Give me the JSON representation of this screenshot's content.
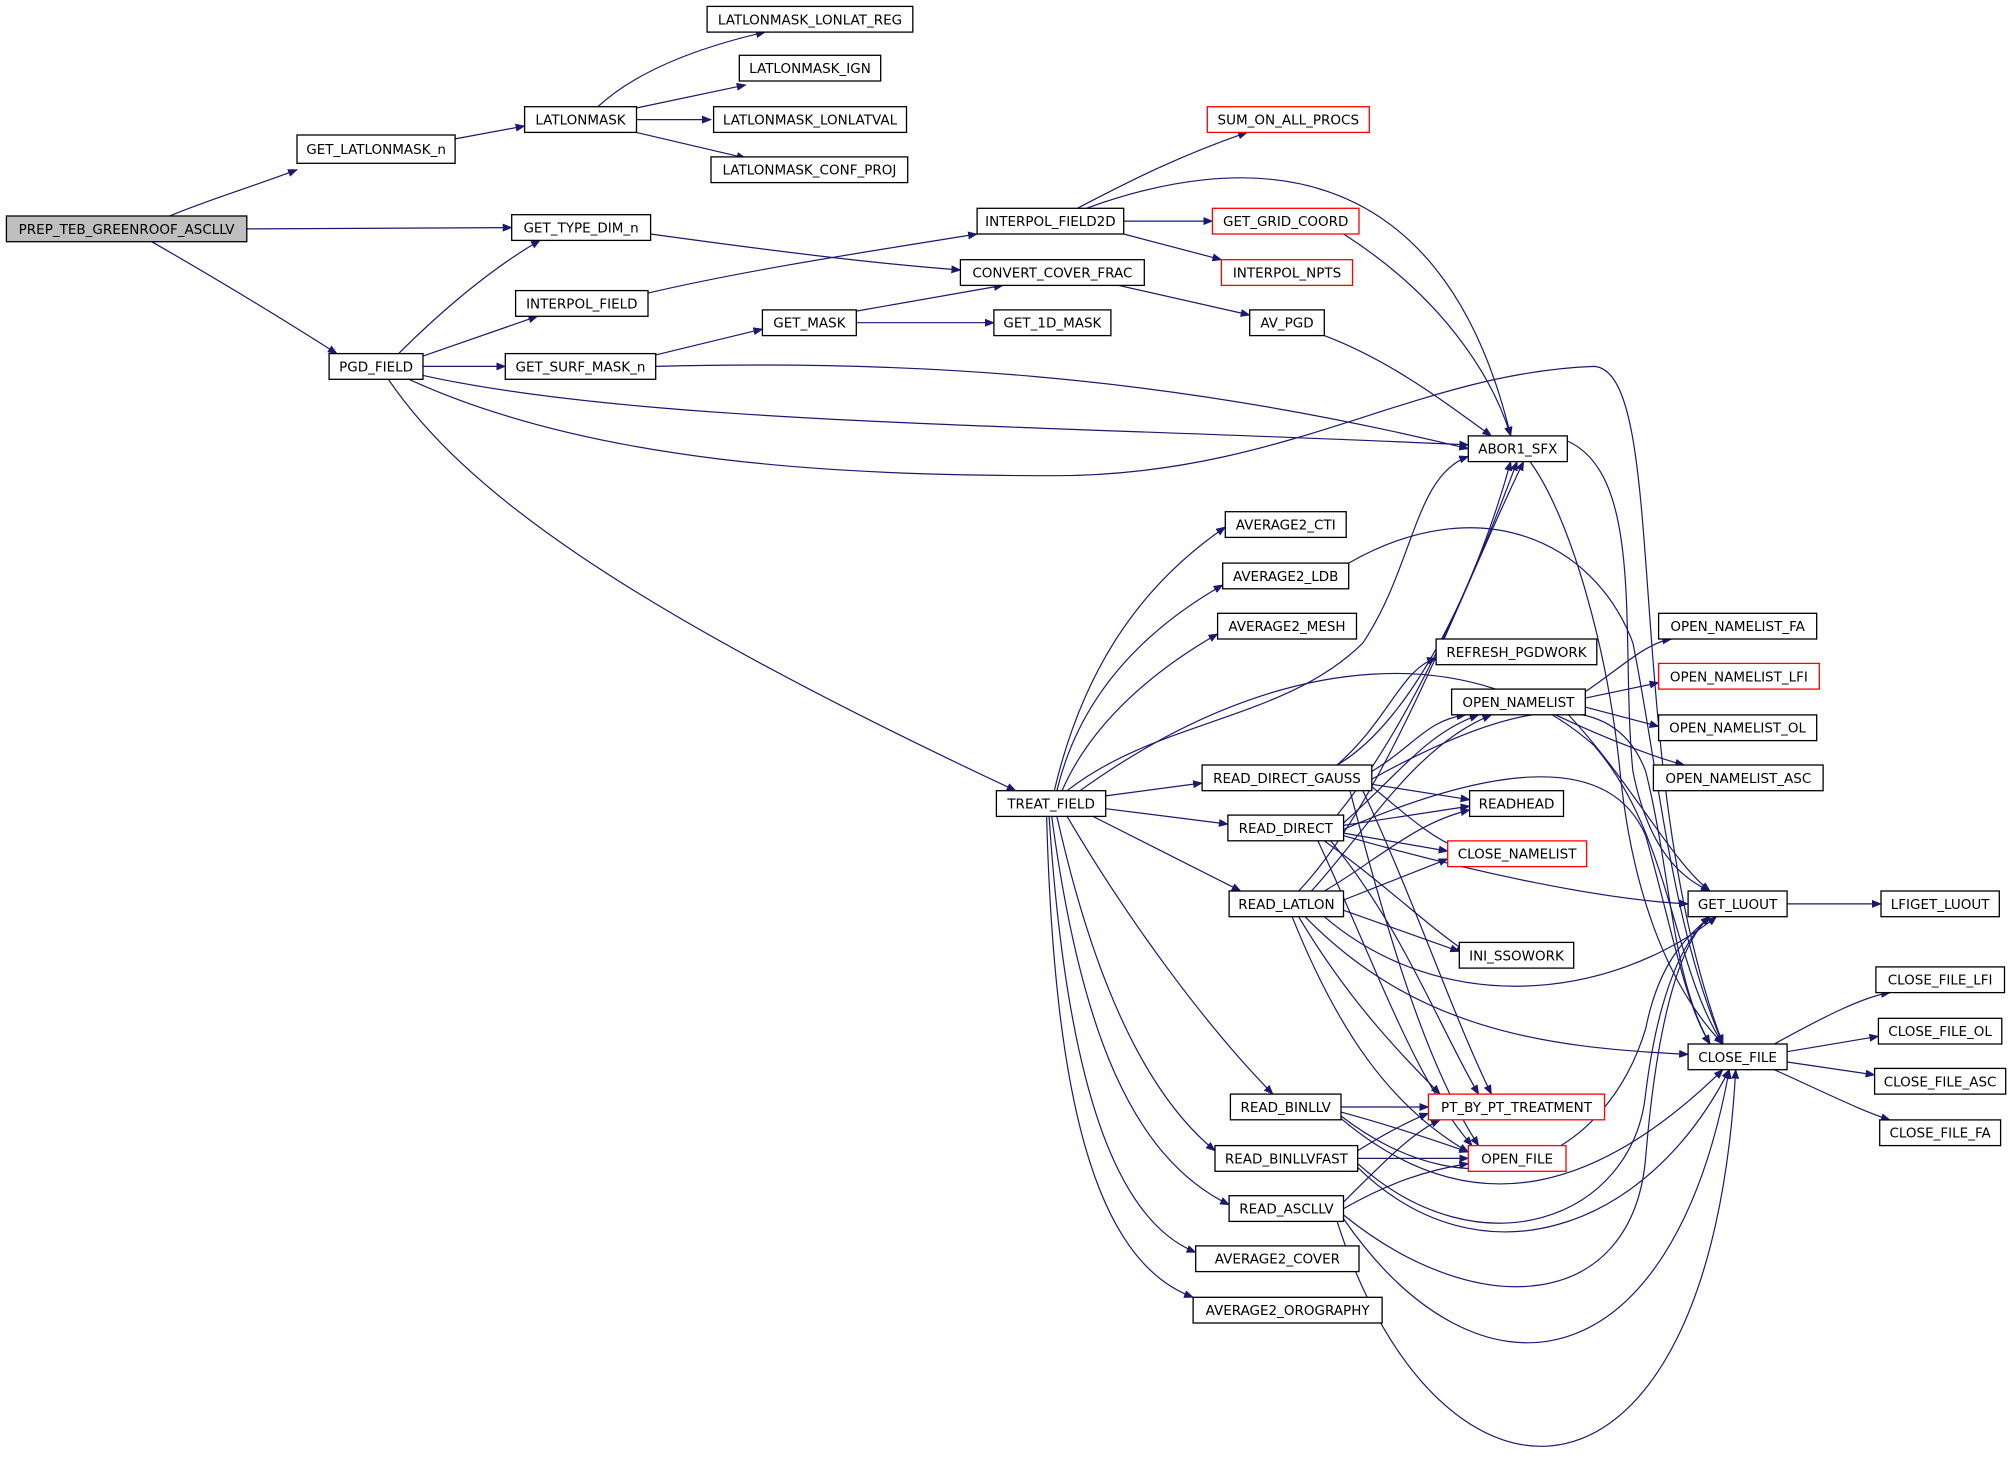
{
  "graph": {
    "edge_color": "#191970",
    "highlight_color": "#ff0000",
    "root_fill": "#bfbfbf",
    "nodes": [
      {
        "id": "root",
        "label": "PREP_TEB_GREENROOF_ASCLLV"
      },
      {
        "id": "glm",
        "label": "GET_LATLONMASK_n"
      },
      {
        "id": "latmask",
        "label": "LATLONMASK"
      },
      {
        "id": "lreg",
        "label": "LATLONMASK_LONLAT_REG"
      },
      {
        "id": "lign",
        "label": "LATLONMASK_IGN"
      },
      {
        "id": "lval",
        "label": "LATLONMASK_LONLATVAL"
      },
      {
        "id": "lconf",
        "label": "LATLONMASK_CONF_PROJ"
      },
      {
        "id": "gtd",
        "label": "GET_TYPE_DIM_n"
      },
      {
        "id": "ipf",
        "label": "INTERPOL_FIELD"
      },
      {
        "id": "pgd",
        "label": "PGD_FIELD"
      },
      {
        "id": "gsm",
        "label": "GET_SURF_MASK_n"
      },
      {
        "id": "gmask",
        "label": "GET_MASK"
      },
      {
        "id": "g1d",
        "label": "GET_1D_MASK"
      },
      {
        "id": "ccf",
        "label": "CONVERT_COVER_FRAC"
      },
      {
        "id": "ipf2",
        "label": "INTERPOL_FIELD2D"
      },
      {
        "id": "soap",
        "label": "SUM_ON_ALL_PROCS",
        "red": true
      },
      {
        "id": "ggc",
        "label": "GET_GRID_COORD",
        "red": true
      },
      {
        "id": "inp",
        "label": "INTERPOL_NPTS",
        "red": true
      },
      {
        "id": "avp",
        "label": "AV_PGD"
      },
      {
        "id": "abor",
        "label": "ABOR1_SFX"
      },
      {
        "id": "tf",
        "label": "TREAT_FIELD"
      },
      {
        "id": "acti",
        "label": "AVERAGE2_CTI"
      },
      {
        "id": "aldb",
        "label": "AVERAGE2_LDB"
      },
      {
        "id": "amesh",
        "label": "AVERAGE2_MESH"
      },
      {
        "id": "rdg",
        "label": "READ_DIRECT_GAUSS"
      },
      {
        "id": "rd",
        "label": "READ_DIRECT"
      },
      {
        "id": "rll",
        "label": "READ_LATLON"
      },
      {
        "id": "rbin",
        "label": "READ_BINLLV"
      },
      {
        "id": "rbinf",
        "label": "READ_BINLLVFAST"
      },
      {
        "id": "rasc",
        "label": "READ_ASCLLV"
      },
      {
        "id": "acov",
        "label": "AVERAGE2_COVER"
      },
      {
        "id": "aoro",
        "label": "AVERAGE2_OROGRAPHY"
      },
      {
        "id": "rpw",
        "label": "REFRESH_PGDWORK"
      },
      {
        "id": "onl",
        "label": "OPEN_NAMELIST"
      },
      {
        "id": "rh",
        "label": "READHEAD"
      },
      {
        "id": "cnl",
        "label": "CLOSE_NAMELIST",
        "red": true
      },
      {
        "id": "iss",
        "label": "INI_SSOWORK"
      },
      {
        "id": "pbp",
        "label": "PT_BY_PT_TREATMENT",
        "red": true
      },
      {
        "id": "of",
        "label": "OPEN_FILE",
        "red": true
      },
      {
        "id": "onfa",
        "label": "OPEN_NAMELIST_FA"
      },
      {
        "id": "onlfi",
        "label": "OPEN_NAMELIST_LFI",
        "red": true
      },
      {
        "id": "onol",
        "label": "OPEN_NAMELIST_OL"
      },
      {
        "id": "onasc",
        "label": "OPEN_NAMELIST_ASC"
      },
      {
        "id": "glu",
        "label": "GET_LUOUT"
      },
      {
        "id": "lfig",
        "label": "LFIGET_LUOUT"
      },
      {
        "id": "cf",
        "label": "CLOSE_FILE"
      },
      {
        "id": "cflfi",
        "label": "CLOSE_FILE_LFI"
      },
      {
        "id": "cfol",
        "label": "CLOSE_FILE_OL"
      },
      {
        "id": "cfasc",
        "label": "CLOSE_FILE_ASC"
      },
      {
        "id": "cffa",
        "label": "CLOSE_FILE_FA"
      }
    ]
  }
}
